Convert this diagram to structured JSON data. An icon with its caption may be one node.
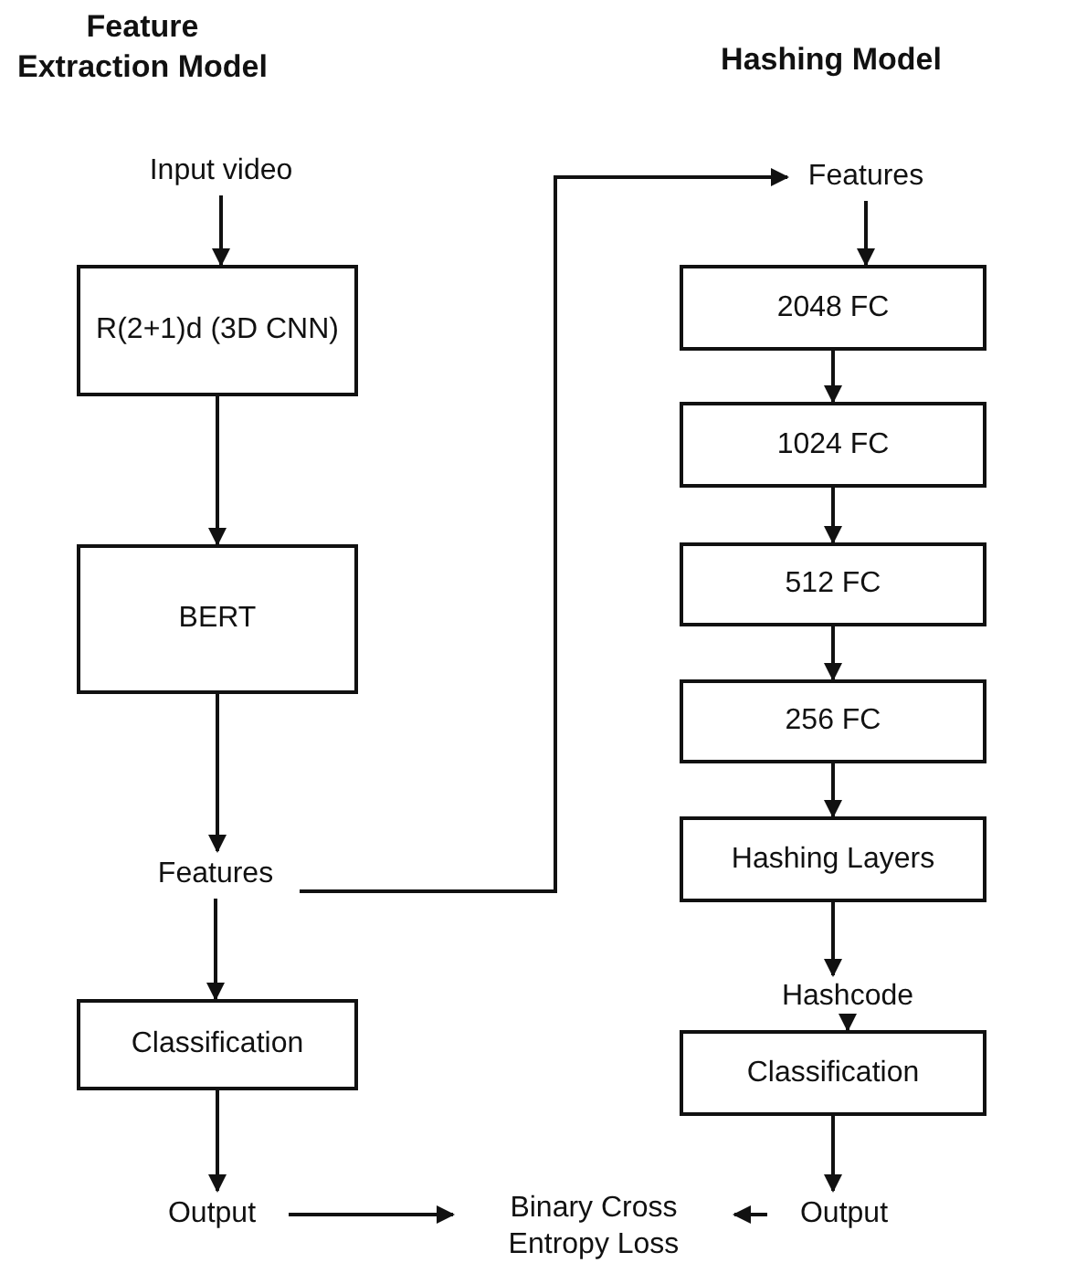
{
  "diagram": {
    "nodes": [
      {
        "text": [
          "Input video"
        ]
      },
      {
        "text": [
          "R(2+1)d (3D CNN)"
        ]
      },
      {
        "text": [
          "BERT"
        ]
      },
      {
        "text": [
          "Features"
        ]
      },
      {
        "text": [
          "Classification"
        ]
      },
      {
        "text": [
          "Output"
        ]
      },
      {
        "text": [
          "Binary Cross Entropy Loss"
        ]
      },
      {
        "text": [
          "Features"
        ]
      },
      {
        "text": [
          "2048 FC"
        ]
      },
      {
        "text": [
          "1024 FC"
        ]
      },
      {
        "text": [
          "512 FC"
        ]
      },
      {
        "text": [
          "256 FC"
        ]
      },
      {
        "text": [
          "Hashing Layers"
        ]
      },
      {
        "text": [
          "Hashcode"
        ]
      },
      {
        "text": [
          "Classification"
        ]
      },
      {
        "text": [
          "Output"
        ]
      }
    ],
    "edges": [
      {
        "from": 0,
        "to": 1,
        "arrow": "to"
      },
      {
        "from": 1,
        "to": 2,
        "arrow": "to"
      },
      {
        "from": 2,
        "to": 3,
        "arrow": "to"
      },
      {
        "from": 3,
        "to": 4,
        "arrow": "to"
      },
      {
        "from": 4,
        "to": 5,
        "arrow": "to"
      },
      {
        "from": 3,
        "to": 7,
        "arrow": "to"
      },
      {
        "from": 7,
        "to": 8,
        "arrow": "to"
      },
      {
        "from": 8,
        "to": 9,
        "arrow": "to"
      },
      {
        "from": 9,
        "to": 10,
        "arrow": "to"
      },
      {
        "from": 10,
        "to": 11,
        "arrow": "to"
      },
      {
        "from": 11,
        "to": 12,
        "arrow": "to"
      },
      {
        "from": 12,
        "to": 13,
        "arrow": "to"
      },
      {
        "from": 13,
        "to": 14,
        "arrow": "to"
      },
      {
        "from": 14,
        "to": 15,
        "arrow": "to"
      },
      {
        "from": 5,
        "to": 6,
        "arrow": "to"
      },
      {
        "from": 15,
        "to": 6,
        "arrow": "to"
      }
    ],
    "labels": [
      "Feature Extraction Model",
      "Hashing Model"
    ]
  }
}
